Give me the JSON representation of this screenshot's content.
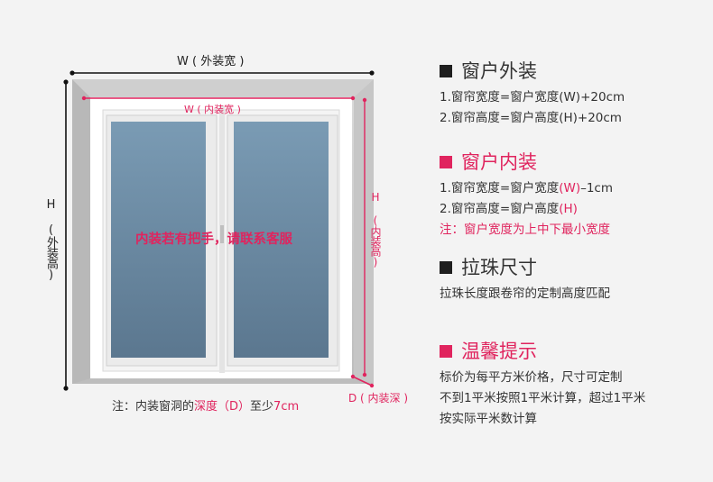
{
  "diagram": {
    "outer_width_label": "W ( 外装宽 )",
    "inner_width_label": "W ( 内装宽 )",
    "outer_height_label": "H (外装高)",
    "inner_height_label": "H (内装高)",
    "depth_label": "D ( 内装深 )",
    "handle_notice": "内装若有把手，请联系客服",
    "caption": {
      "prefix": "注：内装窗洞的",
      "depth_term": "深度（D）",
      "middle": "至少",
      "value": "7cm"
    }
  },
  "panel": {
    "outside": {
      "title": "窗户外装",
      "lines": [
        "1.窗帘宽度=窗户宽度(W)+20cm",
        "2.窗帘高度=窗户高度(H)+20cm"
      ]
    },
    "inside": {
      "title": "窗户内装",
      "line1_prefix": "1.窗帘宽度=窗户宽度",
      "line1_var": "(W)",
      "line1_suffix": "–1cm",
      "line2_prefix": "2.窗帘高度=窗户高度",
      "line2_var": "(H)",
      "note": "注：窗户宽度为上中下最小宽度"
    },
    "bead": {
      "title": "拉珠尺寸",
      "line": "拉珠长度跟卷帘的定制高度匹配"
    },
    "tips": {
      "title": "温馨提示",
      "lines": [
        "标价为每平方米价格，尺寸可定制",
        "不到1平米按照1平米计算，超过1平米",
        "按实际平米数计算"
      ]
    }
  },
  "colors": {
    "accent": "#e0245e",
    "dark": "#1f1f1f",
    "glass_top": "#7797b0",
    "glass_bottom": "#5d7890"
  }
}
